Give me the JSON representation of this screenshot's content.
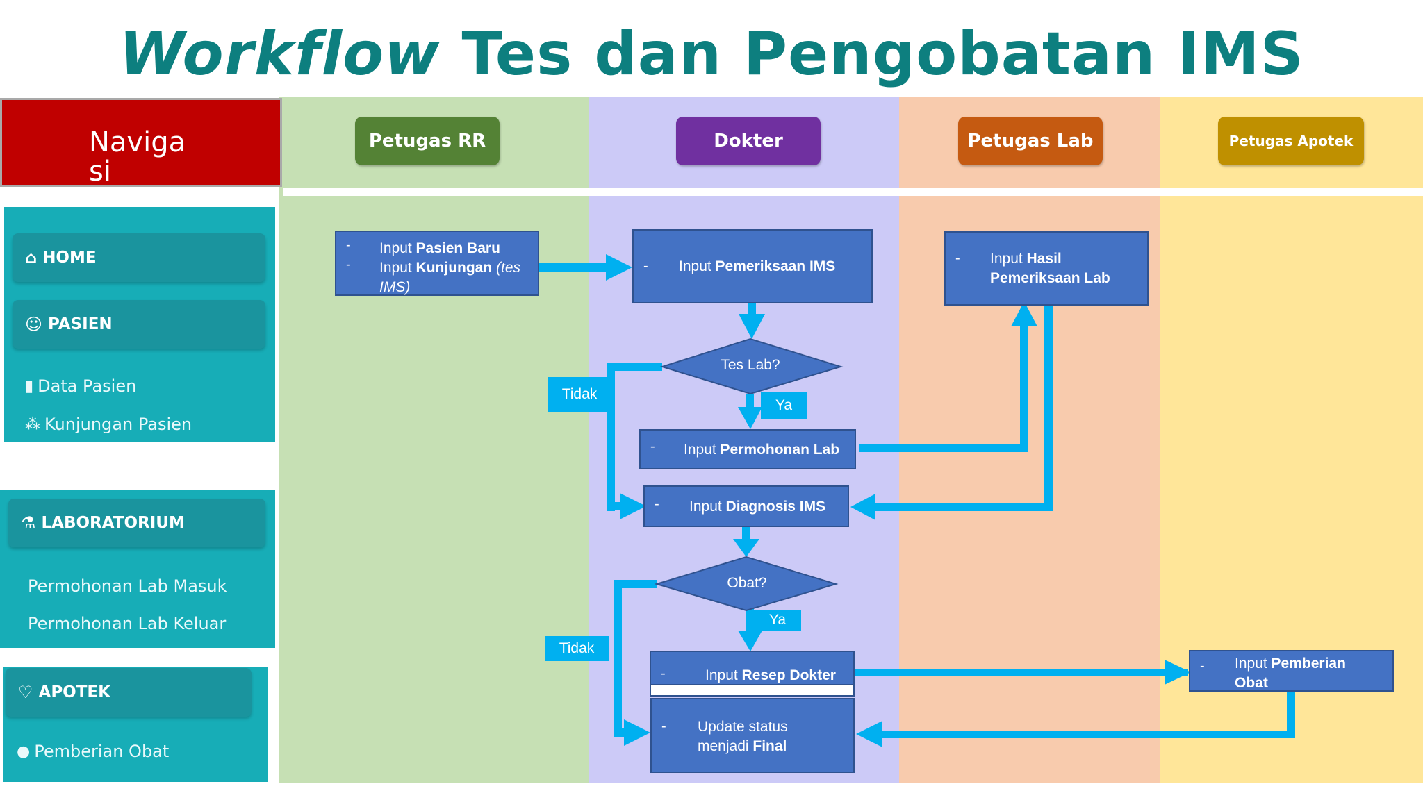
{
  "title": {
    "italic": "Workflow",
    "rest": " Tes dan Pengobatan IMS"
  },
  "colors": {
    "title": "#0d7f7f",
    "nav_header": "#c00000",
    "menu_panel": "#17adb7",
    "box": "#4472c4",
    "arrow": "#00b0f0",
    "lane_rr": "#c6e0b4",
    "lane_dokter": "#cccaf7",
    "lane_lab": "#f8cbad",
    "lane_apotek": "#ffe699"
  },
  "navigation": {
    "header": "Navigasi",
    "menu": [
      {
        "label": "HOME",
        "icon": "home-icon"
      },
      {
        "label": "PASIEN",
        "icon": "patient-icon",
        "children": [
          {
            "label": "Data Pasien",
            "icon": "file-icon"
          },
          {
            "label": "Kunjungan Pasien",
            "icon": "network-icon"
          }
        ]
      },
      {
        "label": "LABORATORIUM",
        "icon": "flask-icon",
        "children": [
          {
            "label": "Permohonan Lab Masuk"
          },
          {
            "label": "Permohonan Lab Keluar"
          }
        ]
      },
      {
        "label": "APOTEK",
        "icon": "heart-icon",
        "children": [
          {
            "label": "Pemberian Obat",
            "icon": "pill-icon"
          }
        ]
      }
    ]
  },
  "lanes": [
    {
      "label": "Petugas RR",
      "color": "#548235"
    },
    {
      "label": "Dokter",
      "color": "#7030a0"
    },
    {
      "label": "Petugas Lab",
      "color": "#c55a11"
    },
    {
      "label": "Petugas Apotek",
      "color": "#bf9000"
    }
  ],
  "flow": {
    "input_pasien": {
      "dash": "-",
      "line1": "Input ",
      "line1_bold": "Pasien Baru",
      "line2": "Input ",
      "line2_bold": "Kunjungan",
      "line2_italic": " (tes IMS)"
    },
    "pemeriksaan": {
      "dash": "-",
      "prefix": "Input ",
      "bold": "Pemeriksaan IMS"
    },
    "tes_lab": "Tes Lab?",
    "ya1": "Ya",
    "tidak1": "Tidak",
    "permohonan": {
      "dash": "-",
      "prefix": "Input ",
      "bold": "Permohonan Lab"
    },
    "hasil_lab": {
      "dash": "-",
      "prefix": "Input ",
      "bold1": "Hasil",
      "bold2": "Pemeriksaan Lab"
    },
    "diagnosis": {
      "dash": "-",
      "prefix": "Input ",
      "bold": "Diagnosis IMS"
    },
    "obat": "Obat?",
    "ya2": "Ya",
    "tidak2": "Tidak",
    "resep": {
      "dash": "-",
      "prefix": "Input ",
      "bold": "Resep Dokter"
    },
    "pemberian": {
      "dash": "-",
      "prefix": "Input ",
      "bold1": "Pemberian",
      "bold2": "Obat"
    },
    "update": {
      "dash": "-",
      "line1": "Update status",
      "line2_prefix": "menjadi ",
      "line2_bold": "Final"
    }
  }
}
